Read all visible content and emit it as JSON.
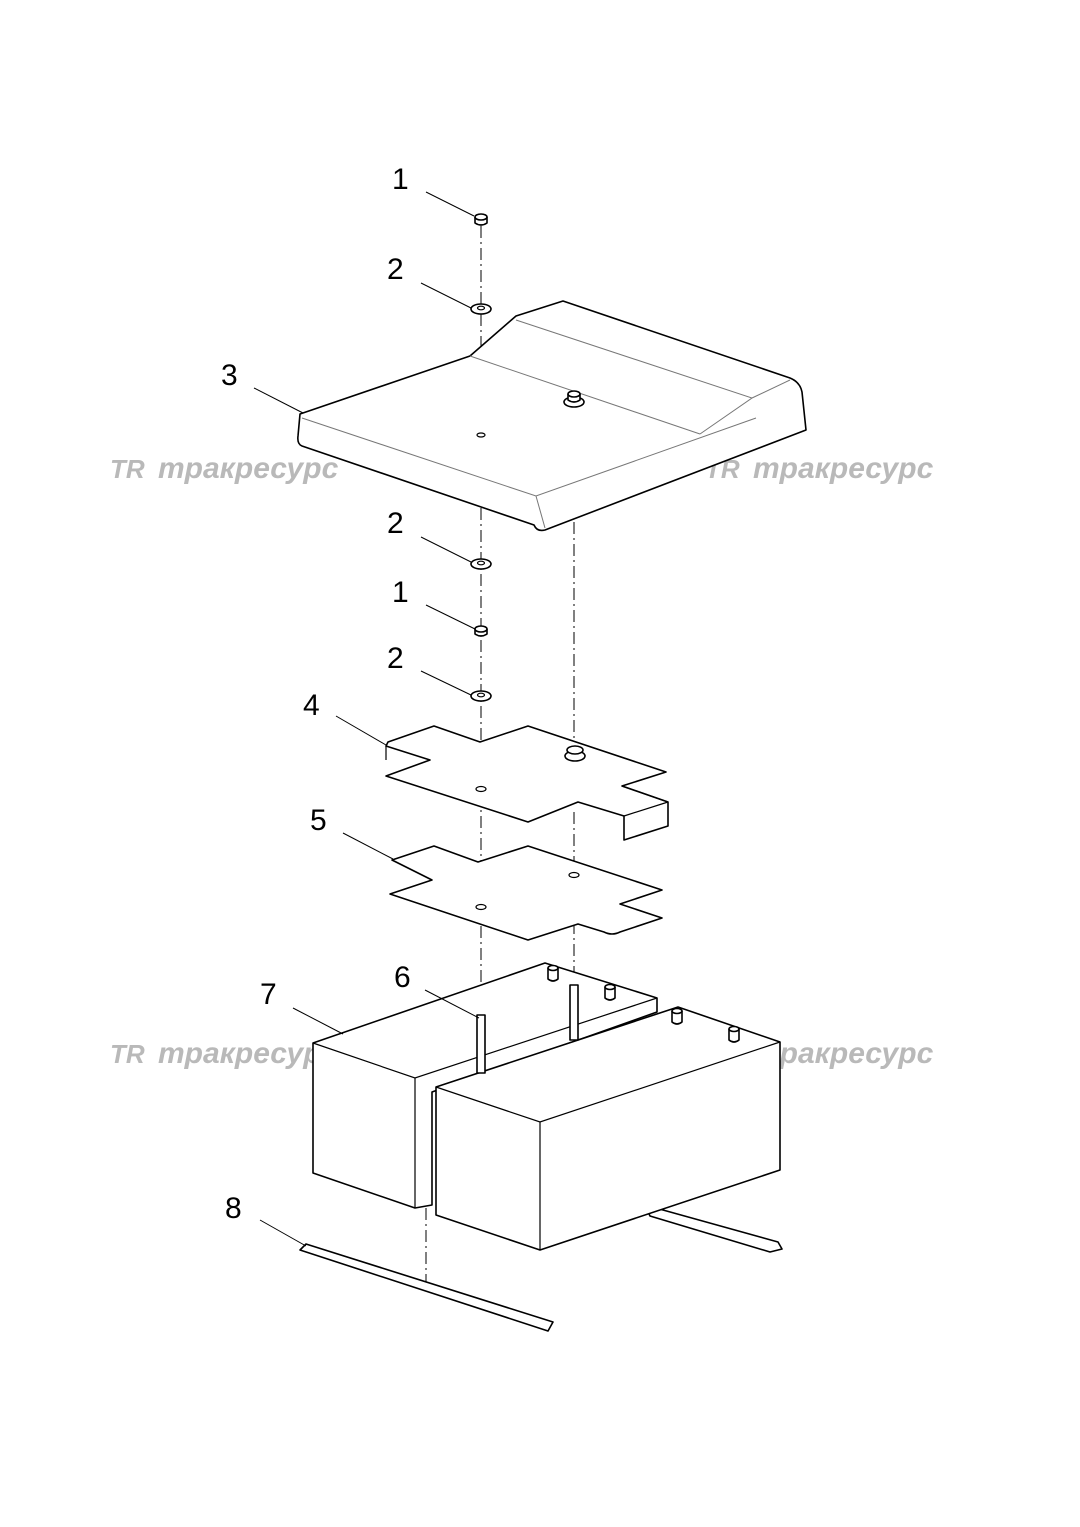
{
  "callouts": {
    "c1_top": "1",
    "c2_top": "2",
    "c3": "3",
    "c2_mid_a": "2",
    "c1_mid": "1",
    "c2_mid_b": "2",
    "c4": "4",
    "c5": "5",
    "c6": "6",
    "c7": "7",
    "c8": "8"
  },
  "watermark": {
    "logo": "TR",
    "text": "тракресурс"
  },
  "colors": {
    "line": "#000000",
    "watermark": "#b9b9b9"
  }
}
